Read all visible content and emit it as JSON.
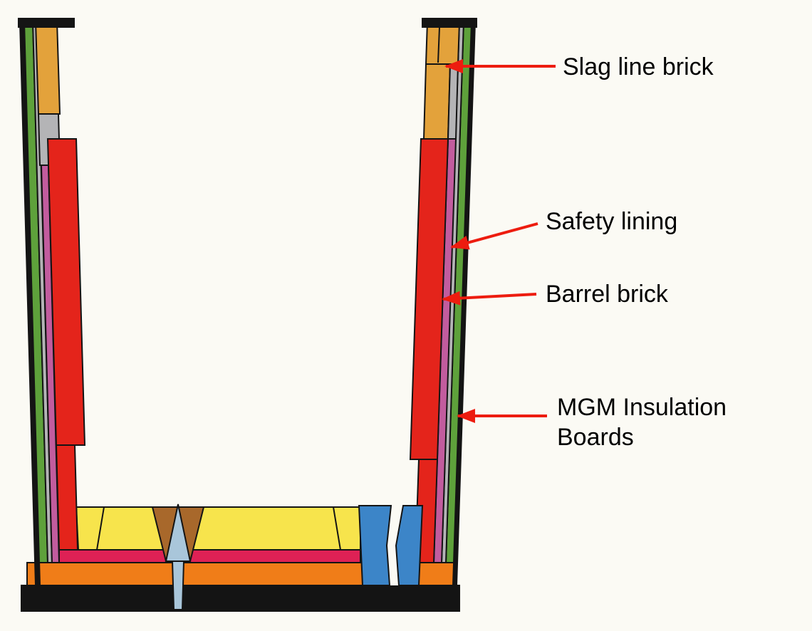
{
  "figure": {
    "background": "#FBFAF4",
    "labels": {
      "slag_line_brick": "Slag line brick",
      "safety_lining": "Safety lining",
      "barrel_brick": "Barrel brick",
      "mgm_insulation_line1": "MGM Insulation",
      "mgm_insulation_line2": "Boards"
    },
    "colors": {
      "outline": "#141414",
      "text": "#000000",
      "arrow_red": "#ED1C0F",
      "slag_brick_orange": "#E3A23B",
      "barrel_red": "#E4241B",
      "safety_magenta": "#C25C9E",
      "insulation_green": "#5EA13B",
      "gray_layer": "#B4B4B6",
      "bottom_yellow": "#F7E44C",
      "bottom_crimson": "#DE2155",
      "bottom_orange": "#F07D18",
      "well_brown": "#A8682B",
      "nozzle_light_blue": "#A9C6DA",
      "gate_blue": "#3C85C8"
    }
  }
}
